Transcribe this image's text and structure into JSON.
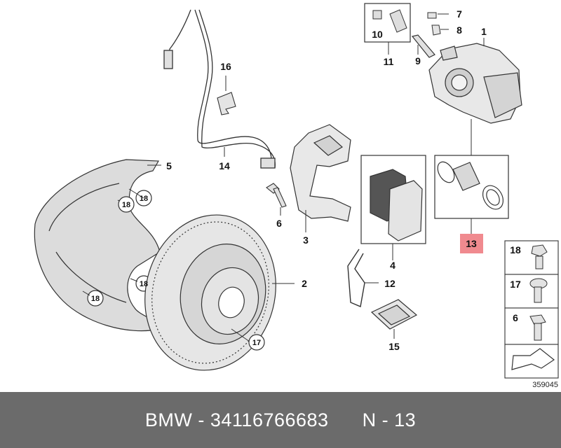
{
  "callouts": {
    "c1": "1",
    "c2": "2",
    "c3": "3",
    "c4": "4",
    "c5": "5",
    "c6": "6",
    "c7": "7",
    "c8": "8",
    "c9": "9",
    "c10": "10",
    "c11": "11",
    "c12": "12",
    "c13": "13",
    "c14": "14",
    "c15": "15",
    "c16": "16",
    "c17": "17",
    "c18": "18"
  },
  "sidebar": {
    "s18": "18",
    "s17": "17",
    "s6": "6"
  },
  "reference_number": "359045",
  "highlight": {
    "label": "13",
    "color": "#f08a8f"
  },
  "footer": {
    "brand": "BMW",
    "part_number": "34116766683",
    "sep": "-",
    "position": "N - 13"
  },
  "colors": {
    "footer_bg": "#6b6b6b",
    "part_fill": "#e6e6e6",
    "line": "#333333"
  }
}
